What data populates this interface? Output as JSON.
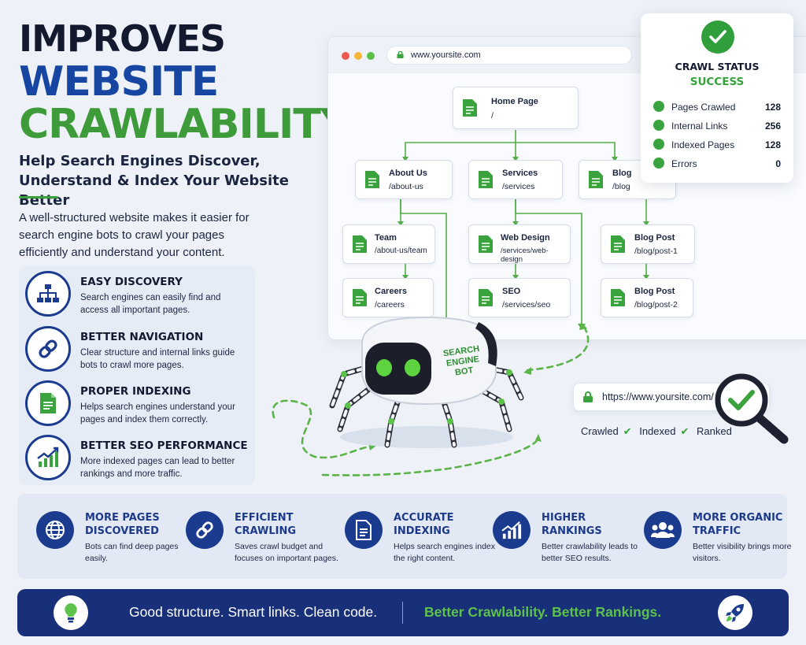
{
  "headline": {
    "line1": "IMPROVES",
    "line2": "WEBSITE",
    "line3": "CRAWLABILITY",
    "subheading": "Help Search Engines Discover, Understand & Index Your Website Better",
    "intro": "A well-structured website makes it easier for search engine bots to crawl your pages efficiently and understand your content."
  },
  "benefits": [
    {
      "title": "EASY DISCOVERY",
      "text": "Search engines can easily find and access all important pages.",
      "icon": "sitemap-icon"
    },
    {
      "title": "BETTER NAVIGATION",
      "text": "Clear structure and internal links guide bots to crawl more pages.",
      "icon": "link-icon"
    },
    {
      "title": "PROPER INDEXING",
      "text": "Helps search engines understand your pages and index them correctly.",
      "icon": "document-icon"
    },
    {
      "title": "BETTER SEO PERFORMANCE",
      "text": "More indexed pages can lead to better rankings and more traffic.",
      "icon": "growth-chart-icon"
    }
  ],
  "browser": {
    "url": "www.yoursite.com",
    "pages": {
      "home": {
        "title": "Home Page",
        "path": "/"
      },
      "about": {
        "title": "About Us",
        "path": "/about-us"
      },
      "services": {
        "title": "Services",
        "path": "/services"
      },
      "blog": {
        "title": "Blog",
        "path": "/blog"
      },
      "team": {
        "title": "Team",
        "path": "/about-us/team"
      },
      "careers": {
        "title": "Careers",
        "path": "/careers"
      },
      "webdesign": {
        "title": "Web Design",
        "path": "/services/web-design"
      },
      "seo": {
        "title": "SEO",
        "path": "/services/seo"
      },
      "post1": {
        "title": "Blog Post",
        "path": "/blog/post-1"
      },
      "post2": {
        "title": "Blog Post",
        "path": "/blog/post-2"
      }
    }
  },
  "crawl_status": {
    "title": "CRAWL STATUS",
    "state": "SUCCESS",
    "rows": [
      {
        "label": "Pages Crawled",
        "value": "128"
      },
      {
        "label": "Internal Links",
        "value": "256"
      },
      {
        "label": "Indexed Pages",
        "value": "128"
      },
      {
        "label": "Errors",
        "value": "0"
      }
    ]
  },
  "robot": {
    "label_line1": "SEARCH",
    "label_line2": "ENGINE",
    "label_line3": "BOT"
  },
  "result": {
    "url": "https://www.yoursite.com/",
    "steps": [
      "Crawled",
      "Indexed",
      "Ranked"
    ]
  },
  "strip": [
    {
      "title": "MORE PAGES DISCOVERED",
      "text": "Bots can find deep pages easily.",
      "icon": "globe-icon"
    },
    {
      "title": "EFFICIENT CRAWLING",
      "text": "Saves crawl budget and focuses on important pages.",
      "icon": "link-icon"
    },
    {
      "title": "ACCURATE INDEXING",
      "text": "Helps search engines index the right content.",
      "icon": "document-icon"
    },
    {
      "title": "HIGHER RANKINGS",
      "text": "Better crawlability leads to better SEO results.",
      "icon": "growth-chart-icon"
    },
    {
      "title": "MORE ORGANIC TRAFFIC",
      "text": "Better visibility brings more visitors.",
      "icon": "users-icon"
    }
  ],
  "banner": {
    "left": "Good structure. Smart links. Clean code.",
    "right": "Better Crawlability. Better Rankings."
  },
  "colors": {
    "navy": "#182f7a",
    "blue": "#1746a2",
    "green": "#3e9b3a",
    "background": "#eef2f8"
  }
}
